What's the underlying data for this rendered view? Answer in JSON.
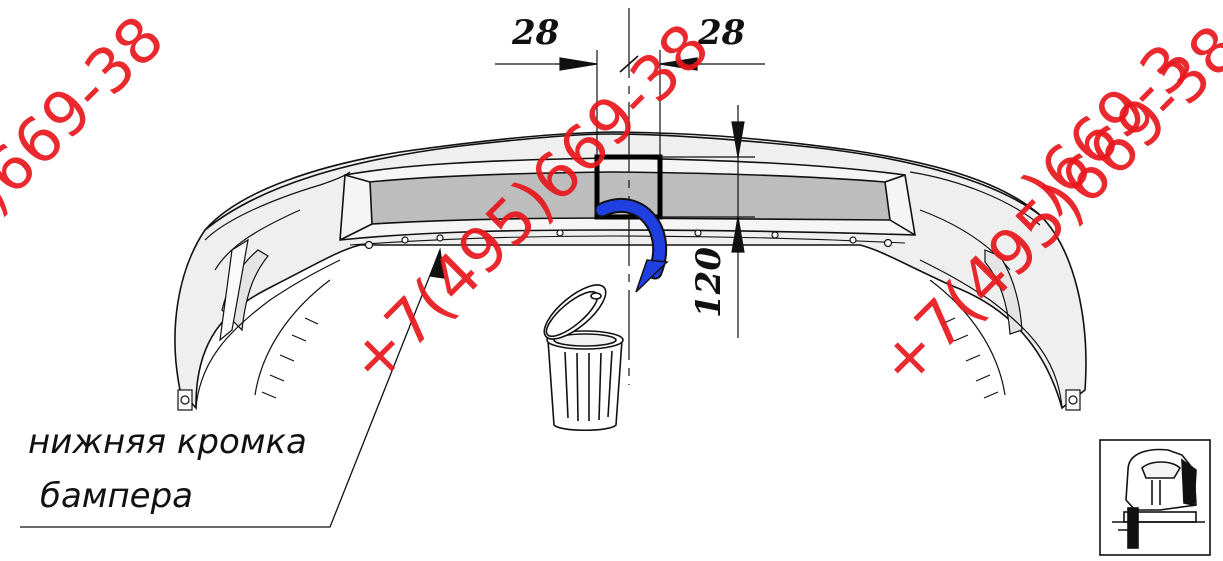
{
  "dimensions": {
    "left_width": "28",
    "right_width": "28",
    "height": "120"
  },
  "callout": {
    "line1": "нижняя кромка",
    "line2": "бампера"
  },
  "watermark": {
    "phone_full": "+7(495)669-38",
    "phone_partial_left": ")669-38",
    "phone_partial_right": ")669-3"
  },
  "colors": {
    "outline": "#111111",
    "bumper_fill": "#efefef",
    "recess_fill": "#bdbdbd",
    "arrow_blue": "#1f3fe0",
    "watermark_red": "#e8171d"
  },
  "icons": {
    "trash": "trash-can-icon",
    "tool": "jigsaw-icon"
  }
}
